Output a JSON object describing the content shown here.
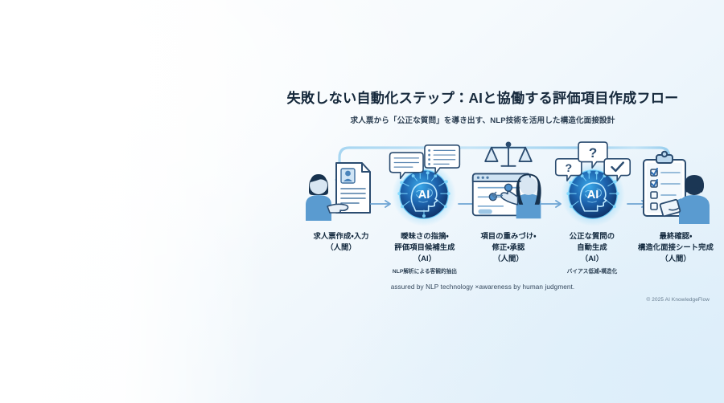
{
  "header": {
    "title": "失敗しない自動化ステップ：AIと協働する評価項目作成フロー",
    "subtitle": "求人票から「公正な質問」を導き出す、NLP技術を活用した構造化面接設計"
  },
  "flow": {
    "steps": [
      {
        "id": "step-1",
        "icon": "person-with-resume-document-icon",
        "label_lines": [
          "求人票作成・入力",
          "（人間）"
        ],
        "label": "求人票作成・入力（人間）",
        "sub": "",
        "actor": "人間"
      },
      {
        "id": "step-2",
        "icon": "ai-brain-sphere-with-speech-bubbles-icon",
        "label_lines": [
          "曖昧さの指摘・",
          "評価項目候補生成",
          "（AI）"
        ],
        "label": "曖昧さの指摘・評価項目候補生成（AI）",
        "sub": "NLP解析による客観的抽出",
        "actor": "AI",
        "badge": "AI"
      },
      {
        "id": "step-3",
        "icon": "scales-of-justice-with-dashboard-icon",
        "label_lines": [
          "項目の重みづけ・",
          "修正・承認",
          "（人間）"
        ],
        "label": "項目の重みづけ・修正・承認（人間）",
        "sub": "",
        "actor": "人間"
      },
      {
        "id": "step-4",
        "icon": "ai-brain-sphere-with-question-bubbles-icon",
        "label_lines": [
          "公正な質問の",
          "自動生成",
          "（AI）"
        ],
        "label": "公正な質問の自動生成（AI）",
        "sub": "バイアス低減・構造化",
        "actor": "AI",
        "badge": "AI"
      },
      {
        "id": "step-5",
        "icon": "clipboard-checklist-with-person-tablet-icon",
        "label_lines": [
          "最終確認・",
          "構造化面接シート完成",
          "（人間）"
        ],
        "label": "最終確認・構造化面接シート完成（人間）",
        "sub": "",
        "actor": "人間"
      }
    ],
    "connectors": {
      "forward_arrow": "right-arrow-icon",
      "feedback_loop": "feedback-loop-arrow"
    },
    "bubble_glyphs": {
      "question": "?",
      "check": "✓"
    }
  },
  "footer": {
    "tagline": "assured by NLP technology ×awareness by human judgment.",
    "copyright": "© 2025 AI KnowledgeFlow"
  },
  "colors": {
    "title": "#16293c",
    "accent_blue": "#3f8fd4",
    "deep_blue": "#17467e",
    "sphere_glow": "#31b6f2",
    "background": "#f2f8fc"
  }
}
